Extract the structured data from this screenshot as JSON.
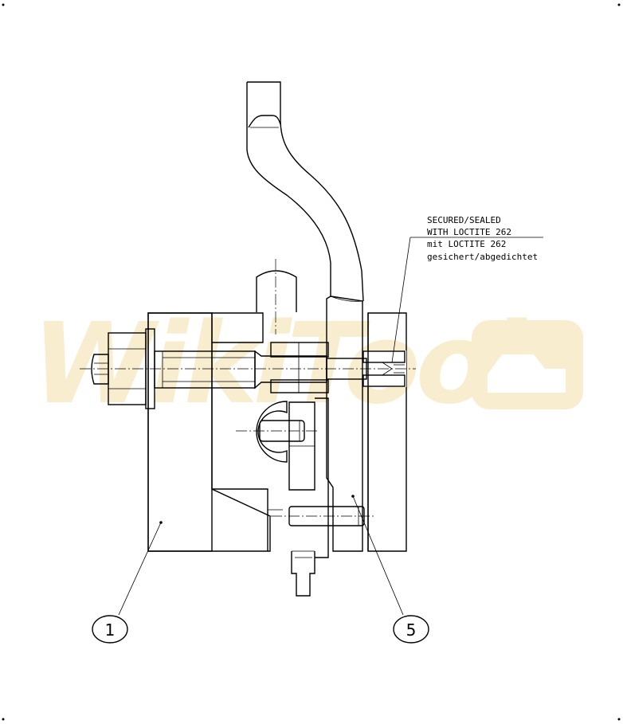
{
  "drawing": {
    "annotation_lines": [
      "SECURED/SEALED",
      "WITH LOCTITE 262",
      "mit LOCTITE 262",
      "gesichert/abgedichtet"
    ],
    "balloons": [
      {
        "label": "1"
      },
      {
        "label": "5"
      }
    ],
    "watermark": "WIKITOOL",
    "colors": {
      "line": "#000000",
      "watermark": "#f5e4b6",
      "background": "#ffffff"
    }
  }
}
